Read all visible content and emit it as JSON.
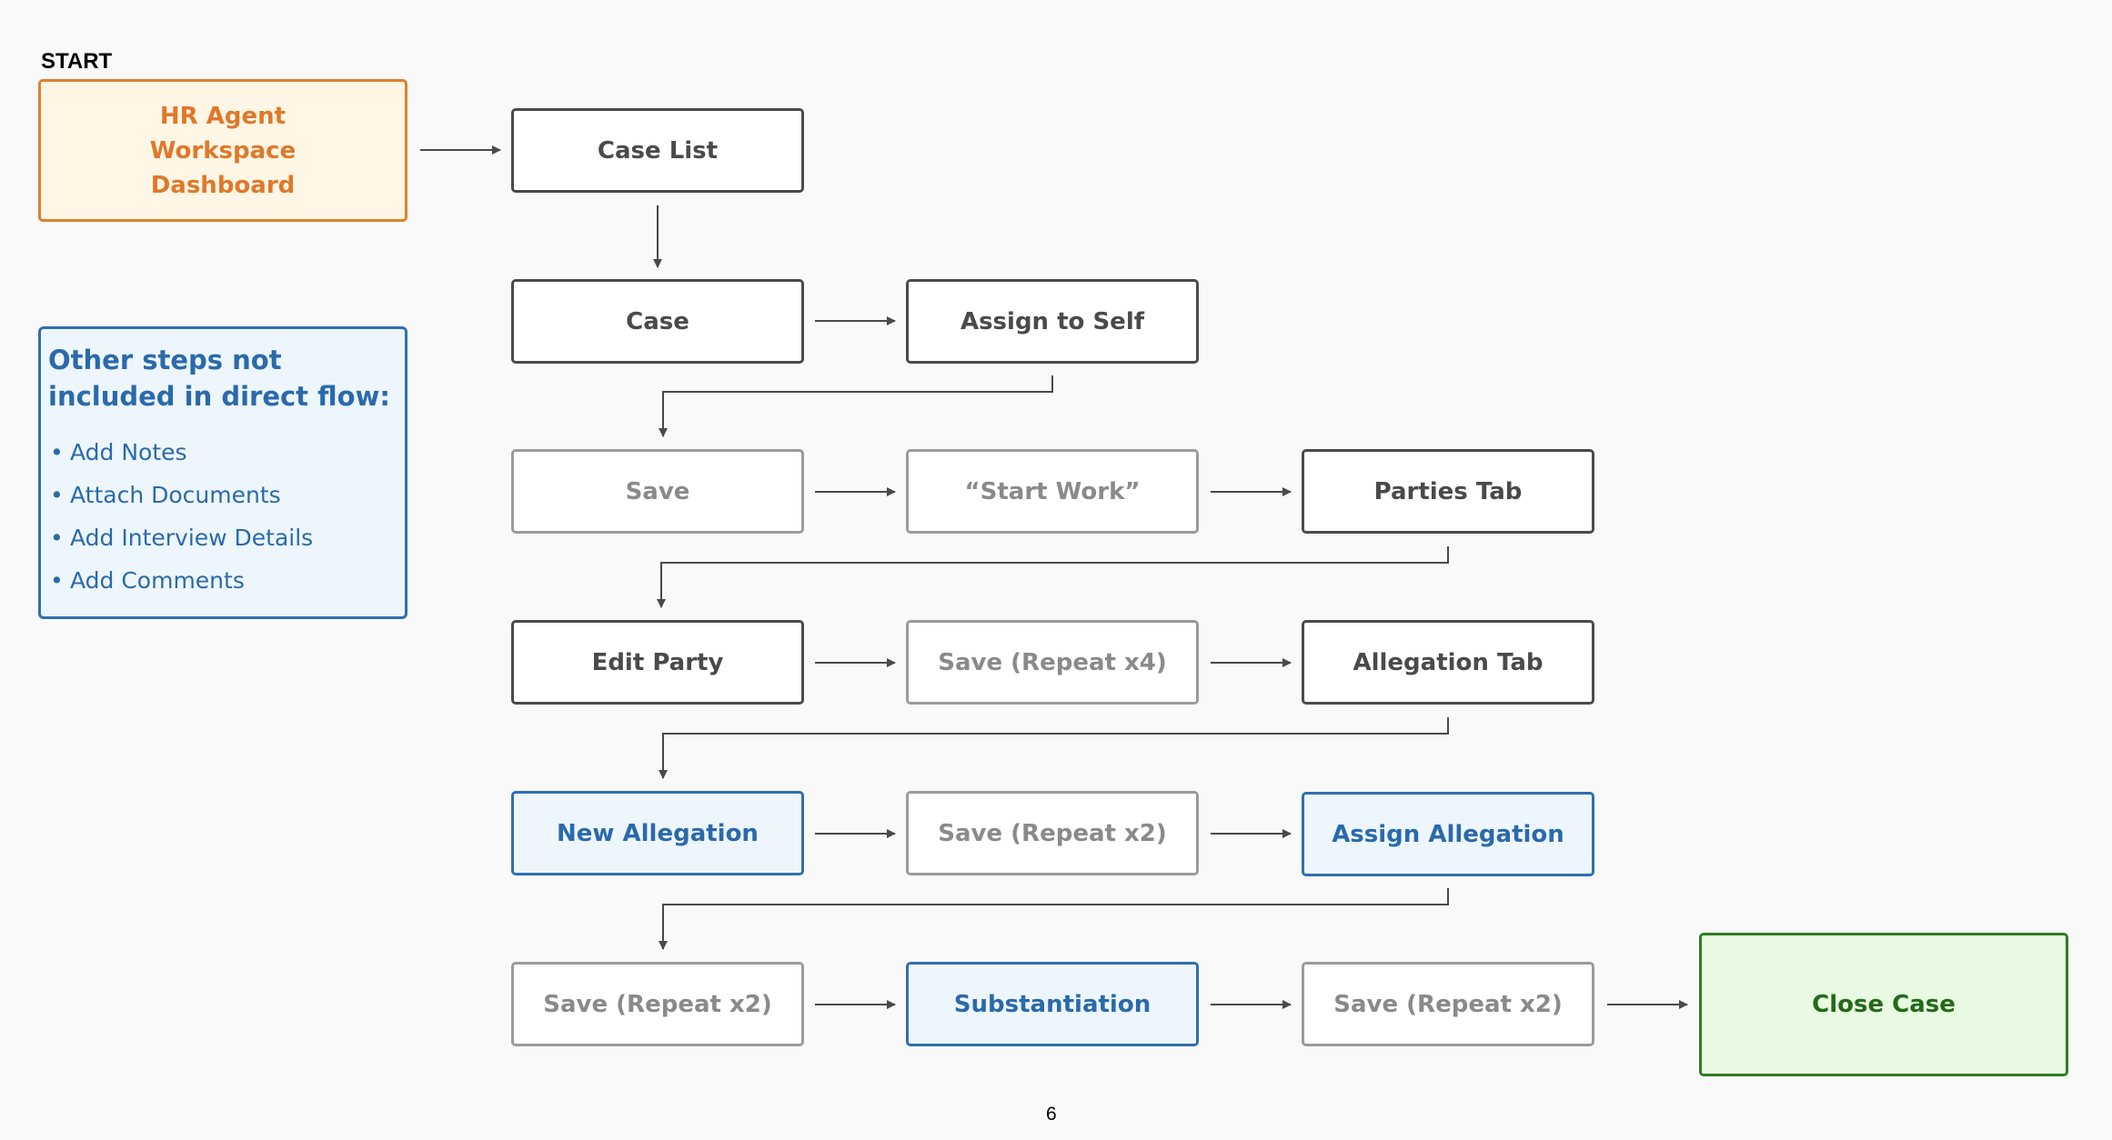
{
  "start_label": "START",
  "page_number": "6",
  "colors": {
    "dark": "#4a4a4a",
    "gray": "#9b9b9b",
    "blue": "#2f6fb0",
    "green": "#2f7d22",
    "orange": "#e0802e"
  },
  "nodes": {
    "dashboard": {
      "label": "HR Agent Workspace Dashboard"
    },
    "case_list": {
      "label": "Case List"
    },
    "case": {
      "label": "Case"
    },
    "assign_self": {
      "label": "Assign to Self"
    },
    "save_1": {
      "label": "Save"
    },
    "start_work": {
      "label": "“Start Work”"
    },
    "parties_tab": {
      "label": "Parties Tab"
    },
    "edit_party": {
      "label": "Edit Party"
    },
    "save_x4": {
      "label": "Save (Repeat x4)"
    },
    "allegation_tab": {
      "label": "Allegation Tab"
    },
    "new_allegation": {
      "label": "New Allegation"
    },
    "save_x2_a": {
      "label": "Save (Repeat x2)"
    },
    "assign_allegation": {
      "label": "Assign Allegation"
    },
    "save_x2_b": {
      "label": "Save (Repeat x2)"
    },
    "substantiation": {
      "label": "Substantiation"
    },
    "save_x2_c": {
      "label": "Save (Repeat x2)"
    },
    "close_case": {
      "label": "Close Case"
    }
  },
  "note": {
    "title": "Other steps not included in direct flow:",
    "items": [
      "Add Notes",
      "Attach Documents",
      "Add Interview Details",
      "Add Comments"
    ]
  }
}
